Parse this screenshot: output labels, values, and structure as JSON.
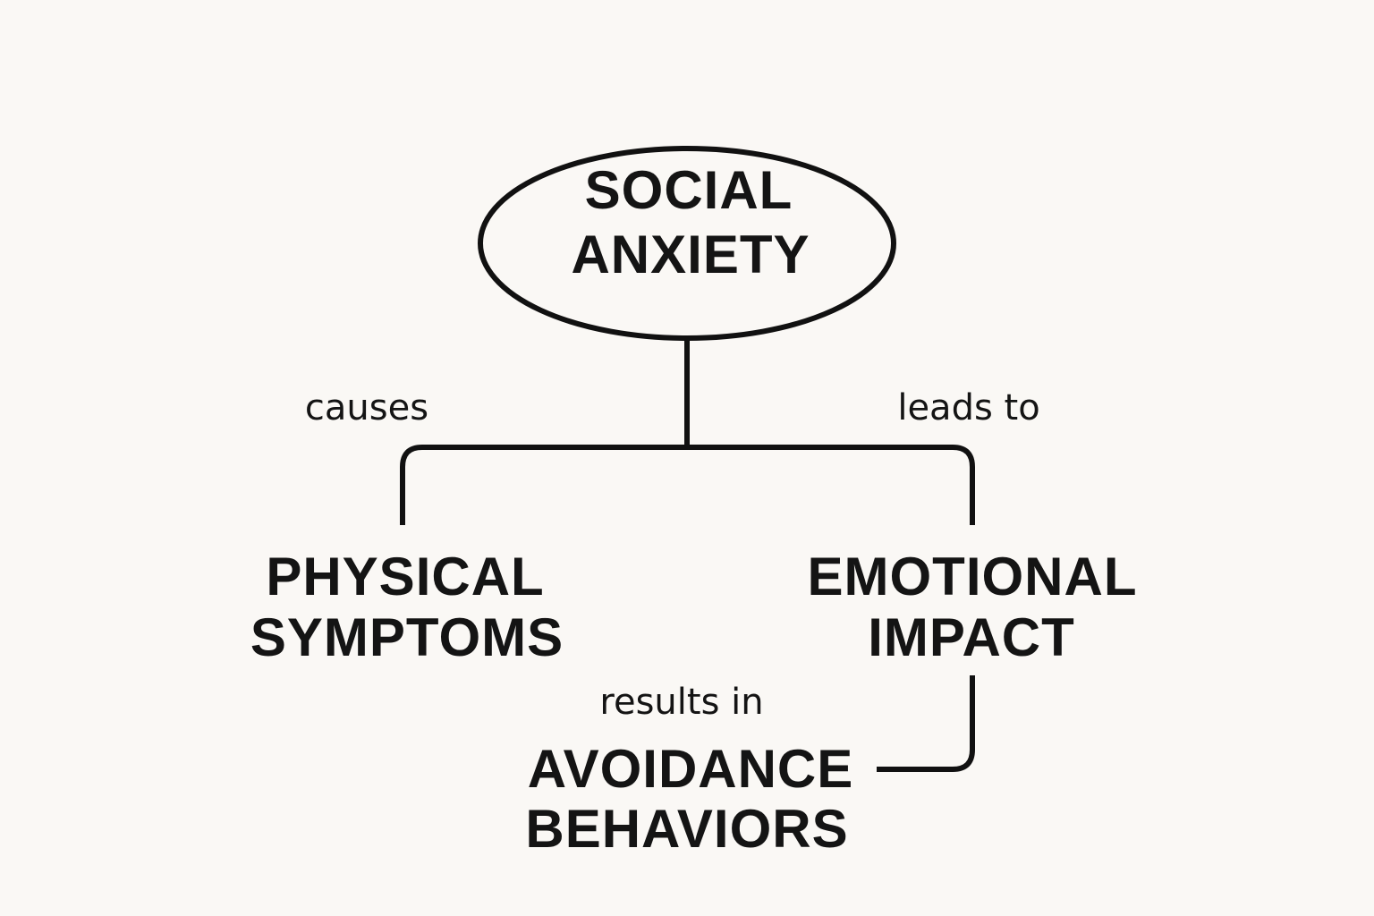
{
  "colors": {
    "background": "#faf8f5",
    "ink": "#111111"
  },
  "nodes": {
    "root": {
      "line1": "SOCIAL",
      "line2": "ANXIETY"
    },
    "physical": {
      "line1": "PHYSICAL",
      "line2": "SYMPTOMS"
    },
    "emotional": {
      "line1": "EMOTIONAL",
      "line2": "IMPACT"
    },
    "avoidance": {
      "line1": "AVOIDANCE",
      "line2": "BEHAVIORS"
    }
  },
  "edges": {
    "causes": "causes",
    "leads_to": "leads to",
    "results_in": "results in"
  }
}
